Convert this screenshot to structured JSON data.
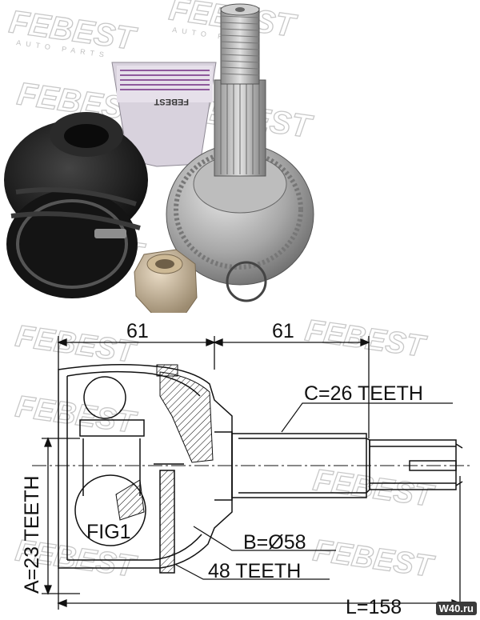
{
  "watermark": {
    "brand": "FEBEST",
    "tagline": "AUTO PARTS"
  },
  "package_label": "FEBEST",
  "dimensions": {
    "left_length": "61",
    "right_length": "61",
    "outer_teeth": "C=26 TEETH",
    "diameter": "B=Ø58",
    "abs_teeth": "48 TEETH",
    "inner_teeth": "A=23 TEETH",
    "total_length": "L=158"
  },
  "figure_label": "FIG1",
  "source_badge": "W40.ru",
  "colors": {
    "line": "#111111",
    "watermark": "#c8c8c8",
    "boot": "#1c1c1c",
    "metal": "#a9a9a9"
  }
}
